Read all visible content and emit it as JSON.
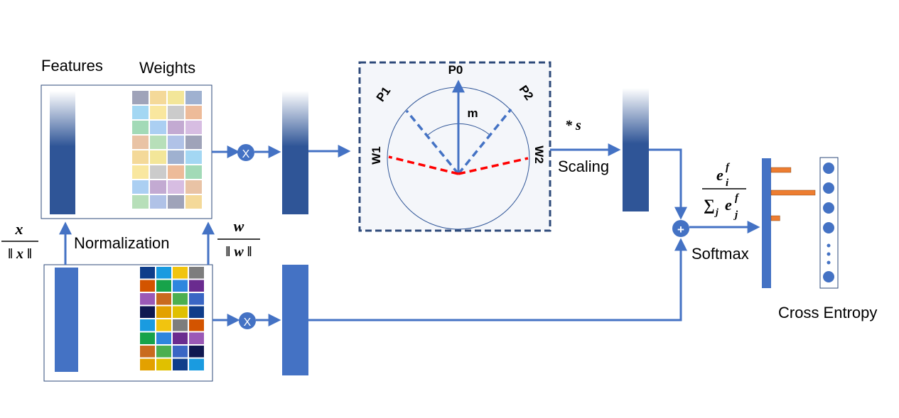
{
  "labels": {
    "features": "Features",
    "weights": "Weights",
    "normalization": "Normalization",
    "scaling": "Scaling",
    "softmax": "Softmax",
    "cross_entropy": "Cross Entropy",
    "multiply_symbol": "X",
    "add_symbol": "+"
  },
  "formulas": {
    "x_norm": {
      "numerator": "x",
      "denominator": "‖ x ‖"
    },
    "w_norm": {
      "numerator": "w",
      "denominator": "‖ w ‖"
    },
    "scale_factor": "* s",
    "softmax": {
      "numerator_base": "e",
      "numerator_sup": "f",
      "numerator_sub": "i",
      "denominator_sum": "∑",
      "denominator_sum_sub": "j",
      "denominator_base": "e",
      "denominator_sup": "f",
      "denominator_sub": "j"
    }
  },
  "angle_diagram": {
    "p0": "P0",
    "p1": "P1",
    "p2": "P2",
    "w1": "W1",
    "w2": "W2",
    "margin": "m"
  },
  "colors": {
    "accent_blue": "#4472c4",
    "dark_blue": "#2f5597",
    "red_dashed": "#ff0000",
    "orange_bar": "#ed7d31",
    "panel_bg": "#f4f6fa",
    "frame_dark": "#2e4a7a"
  },
  "softmax_bars": [
    0.45,
    1.0,
    0.2
  ],
  "icons": [
    "multiply-icon",
    "add-icon",
    "output-node-icon",
    "arrow-icon"
  ]
}
